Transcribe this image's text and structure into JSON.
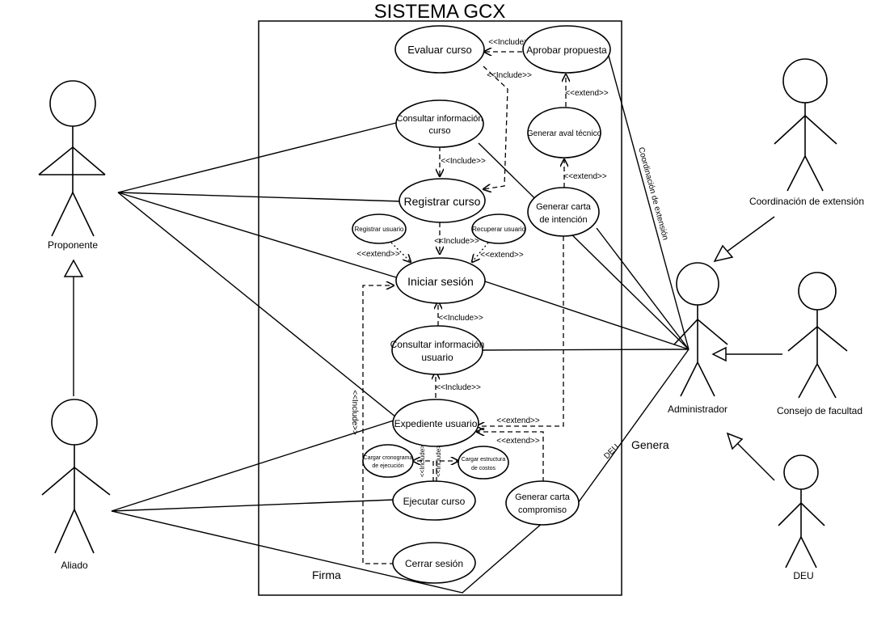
{
  "title": "SISTEMA GCX",
  "actors": {
    "proponente": "Proponente",
    "aliado": "Aliado",
    "administrador": "Administrador",
    "coordinacion": "Coordinación de extensión",
    "consejo": "Consejo de facultad",
    "deu": "DEU"
  },
  "use_cases": {
    "evaluar_curso": [
      "Evaluar curso"
    ],
    "aprobar_propuesta": [
      "Aprobar propuesta"
    ],
    "consultar_info_curso": [
      "Consultar información",
      "curso"
    ],
    "generar_aval": [
      "Generar aval técnico"
    ],
    "registrar_curso": [
      "Registrar curso"
    ],
    "generar_carta_intencion": [
      "Generar carta",
      "de intención"
    ],
    "registrar_usuario": [
      "Registrar usuario"
    ],
    "recuperar_usuario": [
      "Recuperar usuario"
    ],
    "iniciar_sesion": [
      "Iniciar sesión"
    ],
    "consultar_info_usuario": [
      "Consultar información",
      "usuario"
    ],
    "expediente_usuario": [
      "Expediente usuario"
    ],
    "cargar_cronograma": [
      "Cargar cronograma",
      "de ejecución"
    ],
    "cargar_estructura": [
      "Cargar estructura",
      "de costos"
    ],
    "ejecutar_curso": [
      "Ejecutar curso"
    ],
    "generar_carta_compromiso": [
      "Generar carta",
      "compromiso"
    ],
    "cerrar_sesion": [
      "Cerrar sesión"
    ]
  },
  "relations": {
    "include": "<<Include>>",
    "extend": "<<extend>>",
    "include_lower": "<<Include>>"
  },
  "line_labels": {
    "coordinacion_line": "Coordinación de extensión",
    "deu_line": "DEU",
    "genera": "Genera",
    "firma": "Firma"
  }
}
